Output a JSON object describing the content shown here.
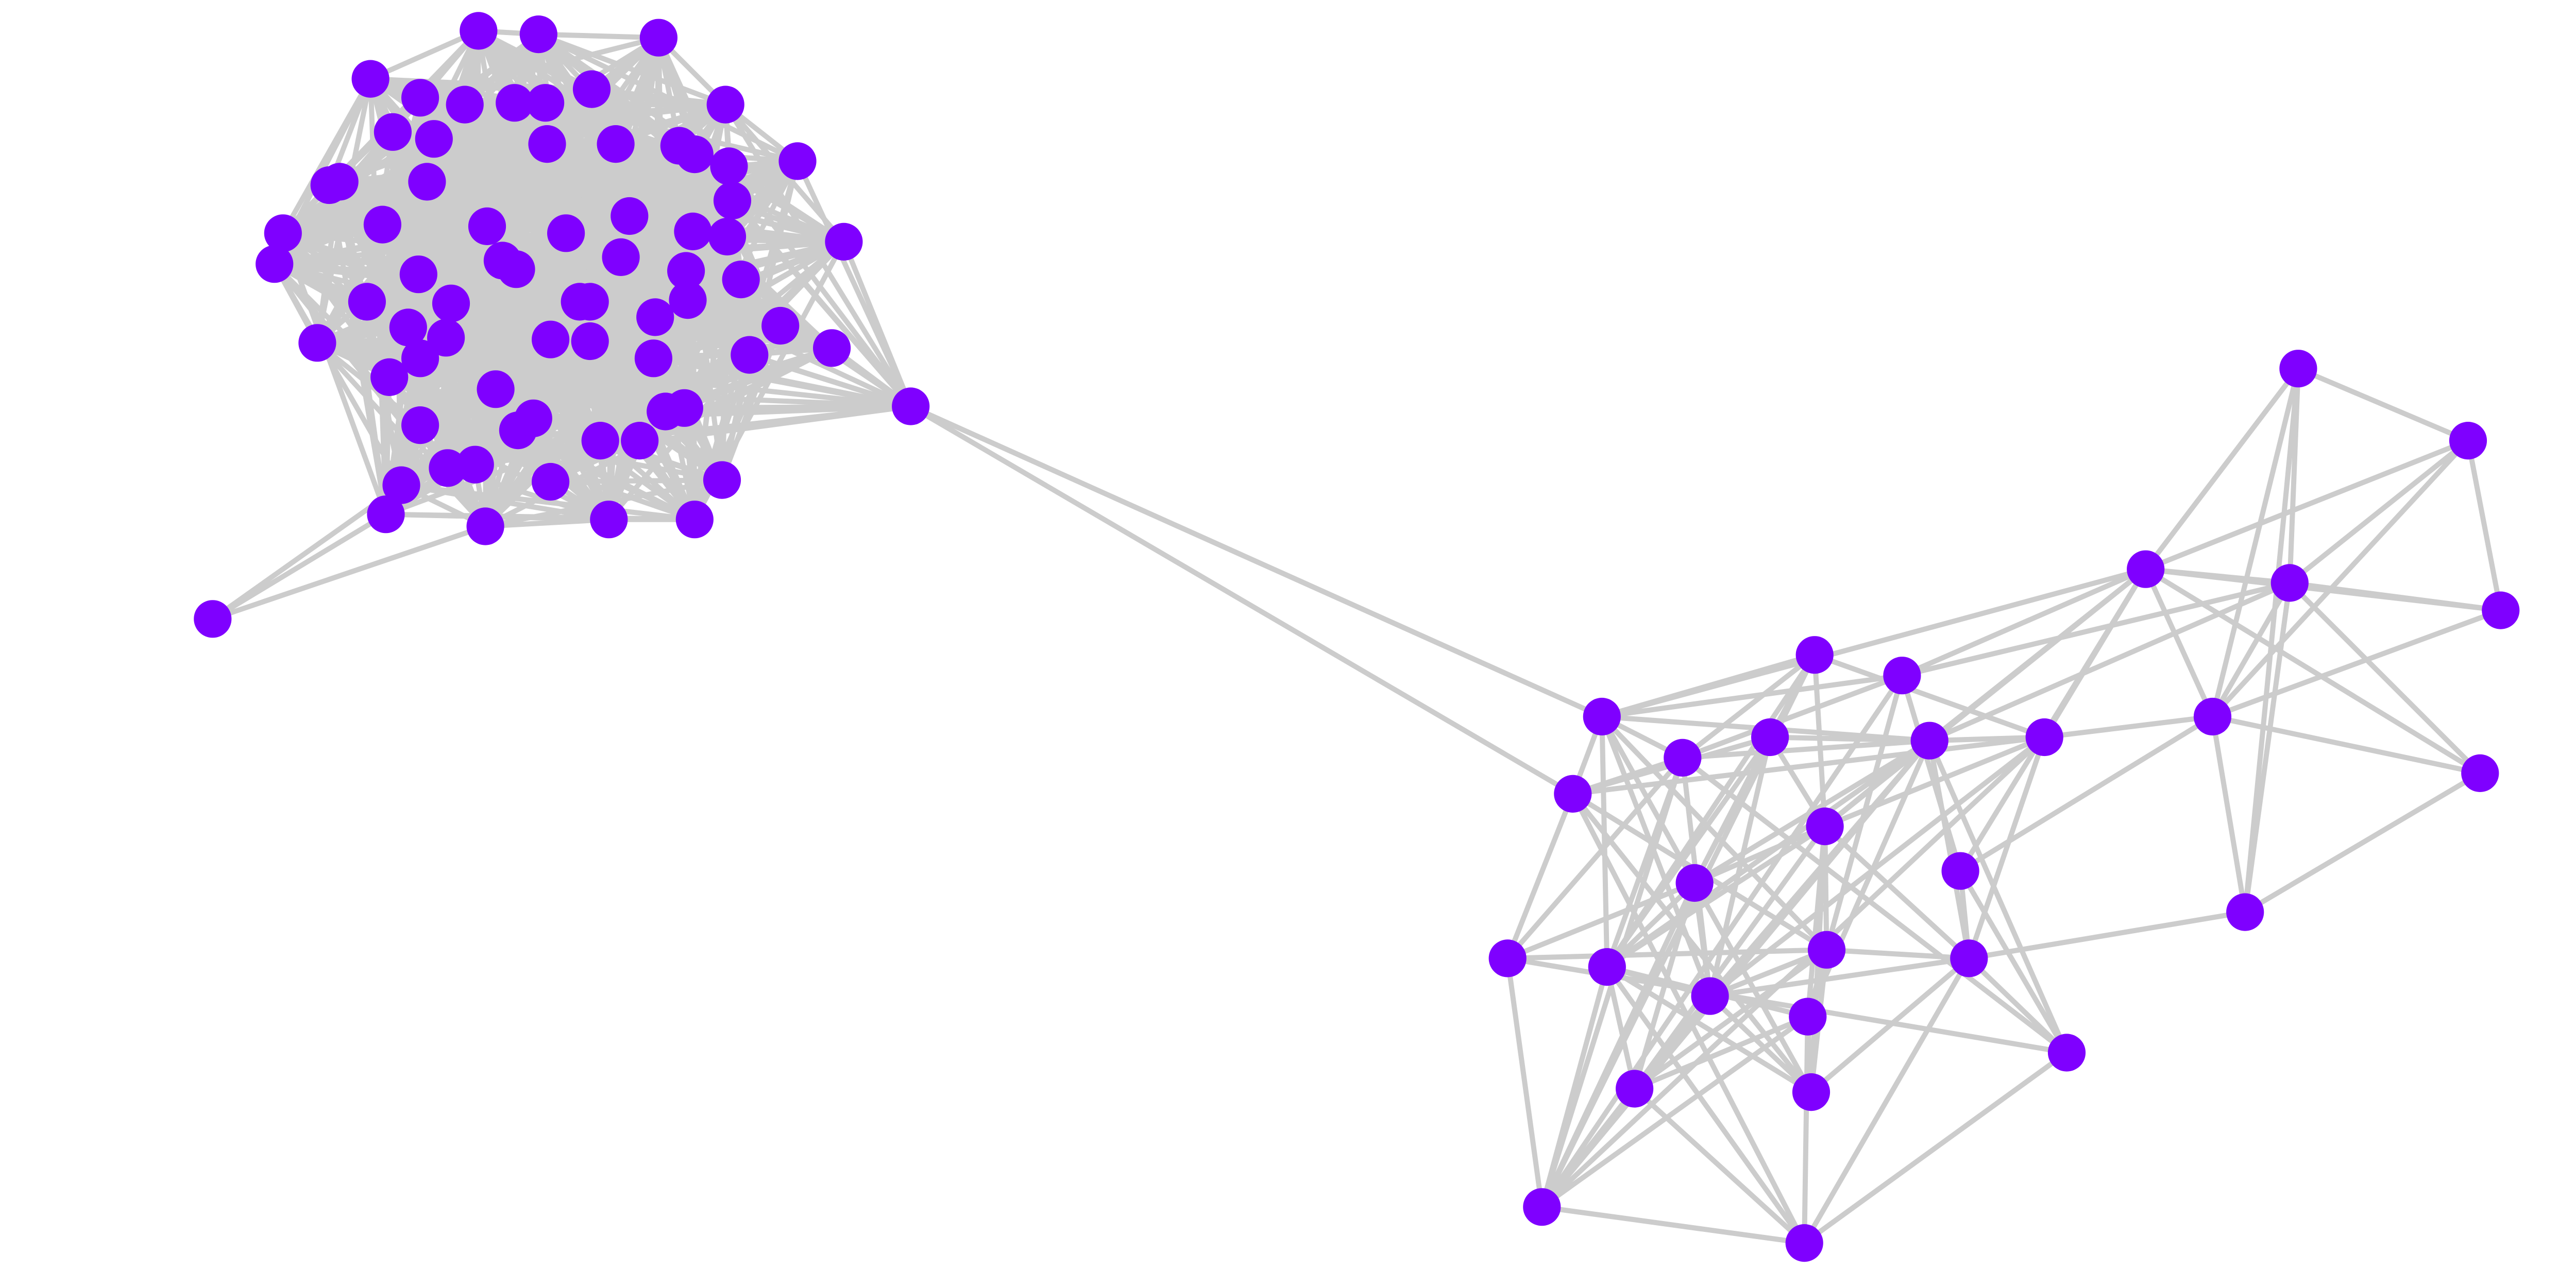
{
  "style": {
    "node_color": "#7f00ff",
    "edge_color": "#cccccc",
    "background": "#ffffff"
  },
  "graph": {
    "communities": 3,
    "bridge_nodes": 3,
    "pendant_nodes": 1
  }
}
